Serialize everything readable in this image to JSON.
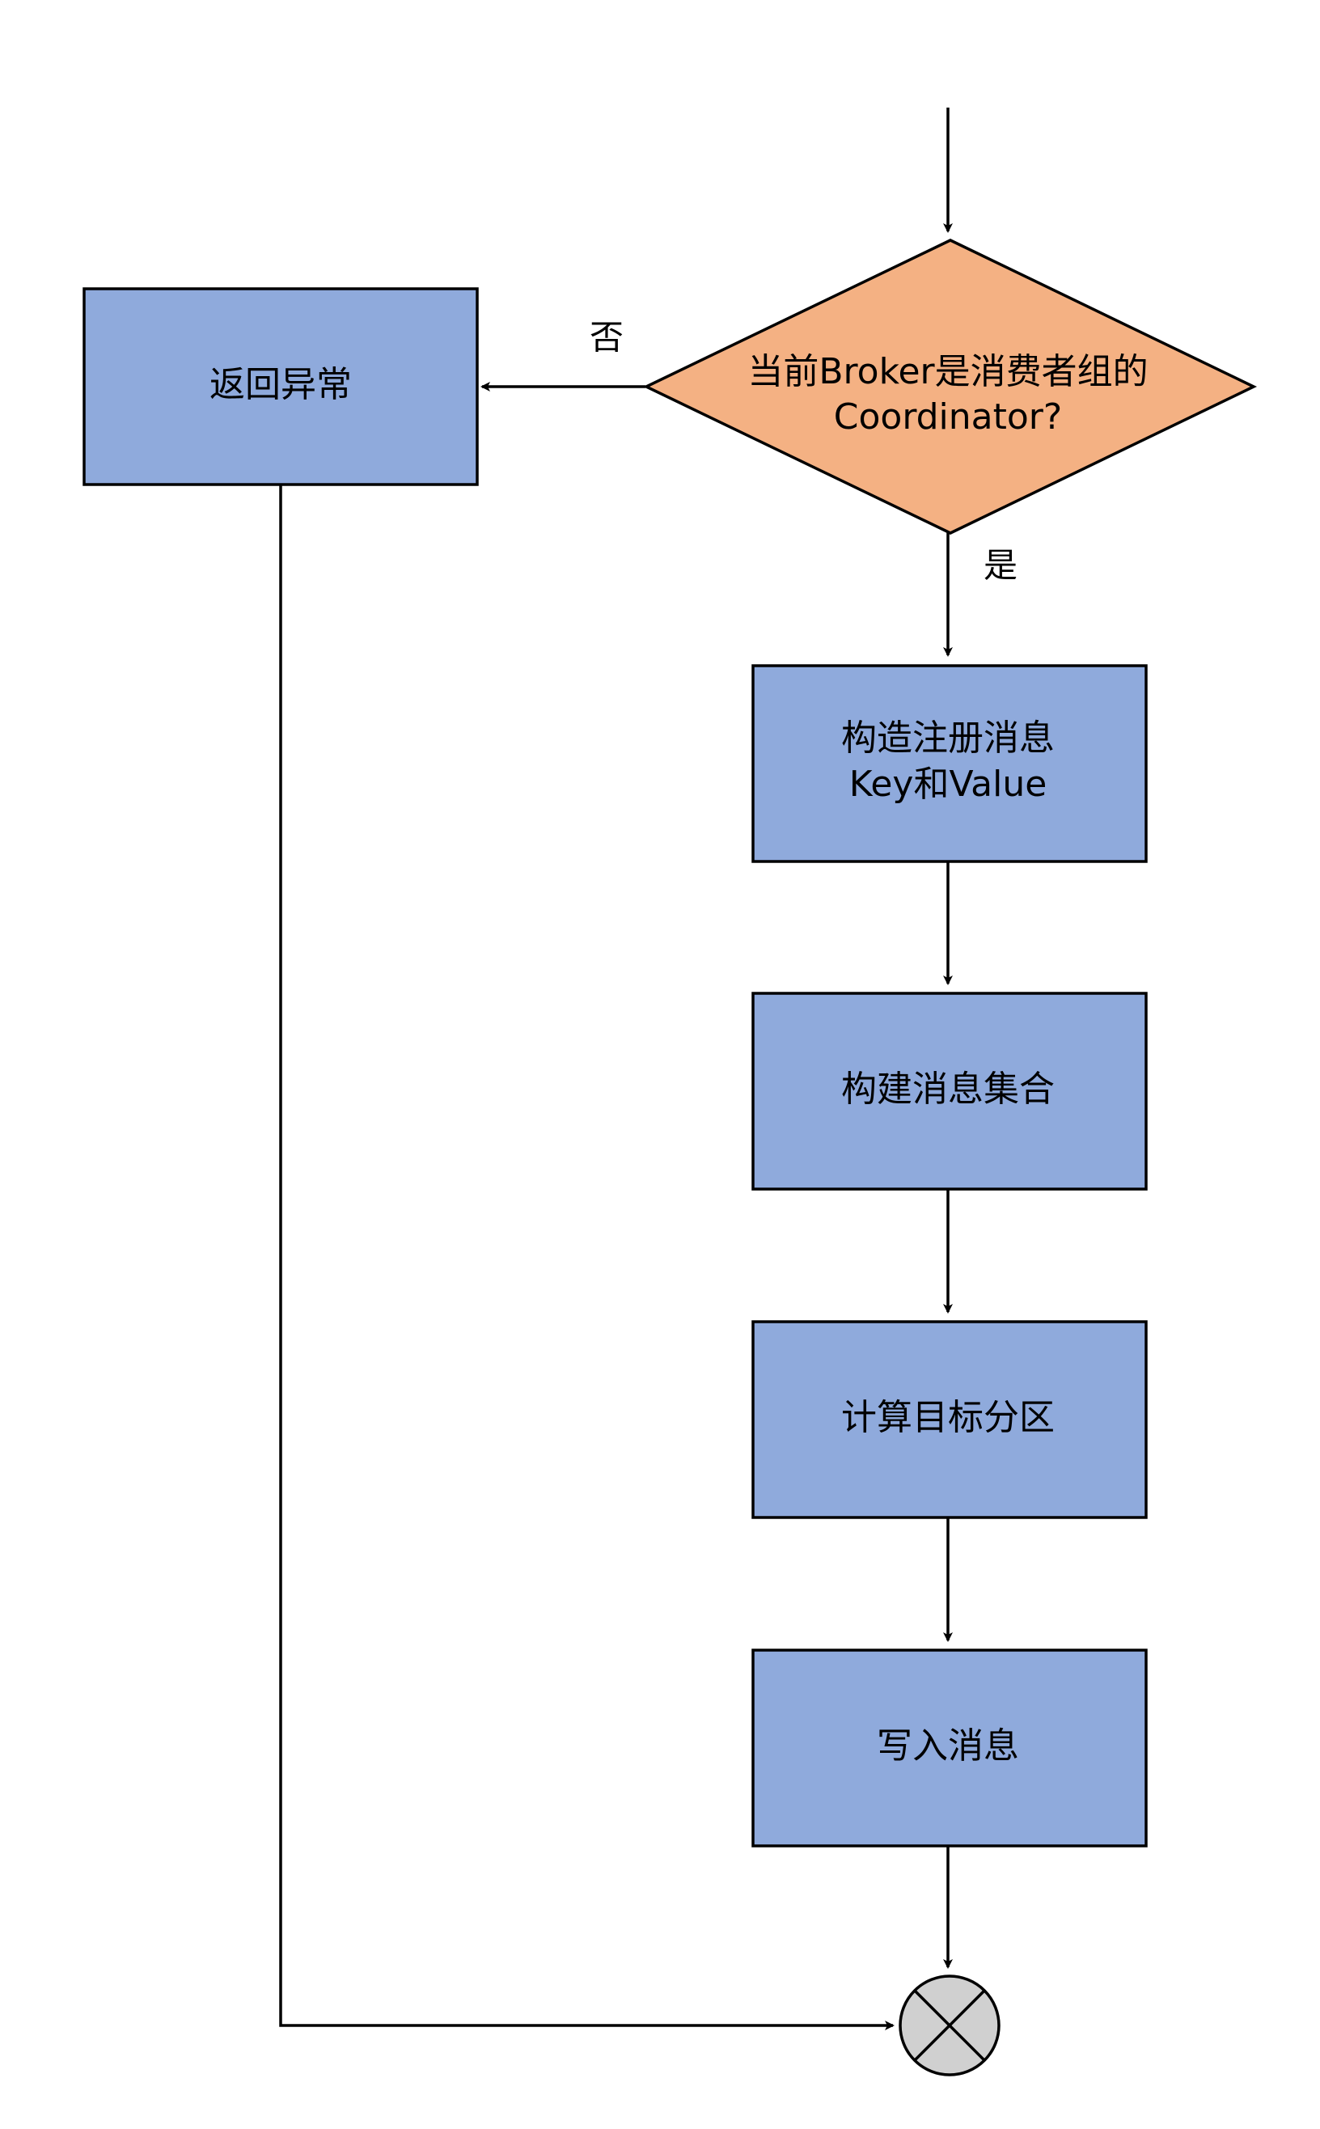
{
  "nodes": {
    "decision": {
      "line1": "当前Broker是消费者组的",
      "line2": "Coordinator?"
    },
    "return_error": {
      "label": "返回异常"
    },
    "build_kv": {
      "line1": "构造注册消息",
      "line2": "Key和Value"
    },
    "build_set": {
      "label": "构建消息集合"
    },
    "calc_partition": {
      "label": "计算目标分区"
    },
    "write_msg": {
      "label": "写入消息"
    }
  },
  "edge_labels": {
    "no": "否",
    "yes": "是"
  },
  "colors": {
    "process_fill": "#8faadc",
    "decision_fill": "#f4b183",
    "end_fill": "#d0d0d0",
    "stroke": "#000000"
  }
}
